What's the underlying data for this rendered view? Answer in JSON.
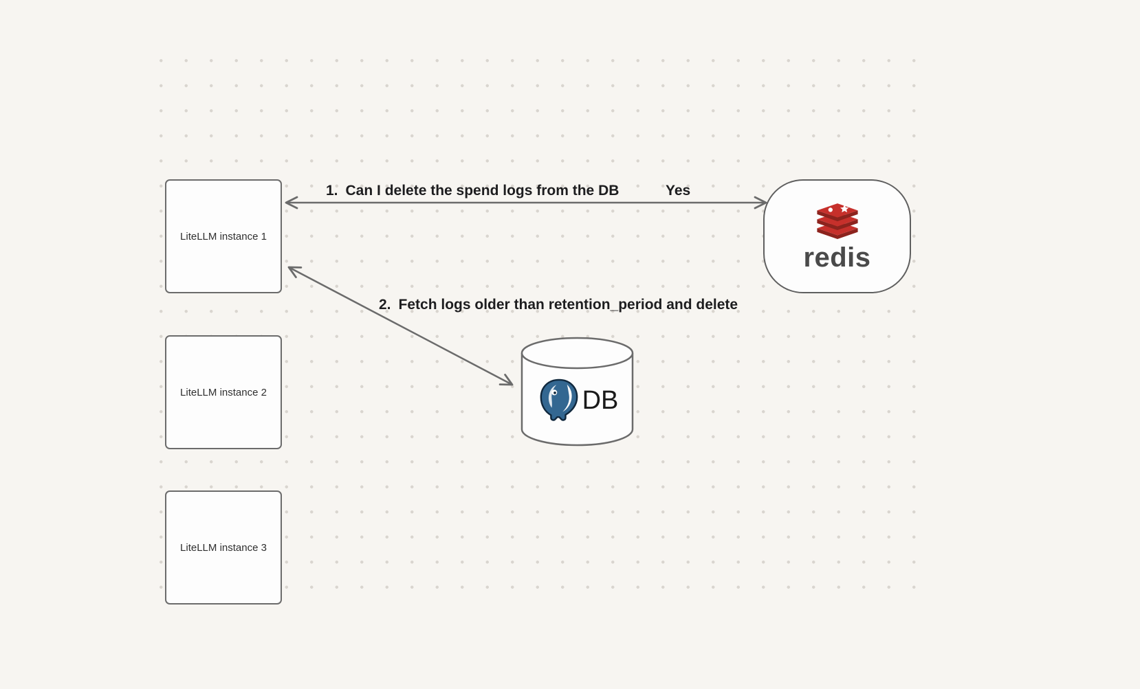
{
  "diagram": {
    "nodes": {
      "litellm1": {
        "label": "LiteLLM instance 1"
      },
      "litellm2": {
        "label": "LiteLLM instance 2"
      },
      "litellm3": {
        "label": "LiteLLM instance 3"
      },
      "redis": {
        "label": "redis"
      },
      "db": {
        "label": "DB"
      }
    },
    "edges": {
      "edge1": {
        "number": "1.",
        "text": "Can I delete the spend logs from the DB",
        "answer": "Yes"
      },
      "edge2": {
        "number": "2.",
        "text": "Fetch logs older than retention_period and delete"
      }
    },
    "icons": {
      "redis_logo": "redis-logo-icon",
      "postgres_logo": "postgresql-logo-icon",
      "db_cylinder": "database-cylinder-shape"
    },
    "colors": {
      "background": "#f7f5f1",
      "dot": "#d9d5cf",
      "node_fill": "#fdfdfd",
      "node_border": "#6b6b6b",
      "arrow": "#6b6b6b",
      "label_text": "#1d1d1f",
      "redis_red": "#c6302b",
      "redis_dark_red": "#8c231d",
      "postgres_blue": "#336791"
    }
  }
}
